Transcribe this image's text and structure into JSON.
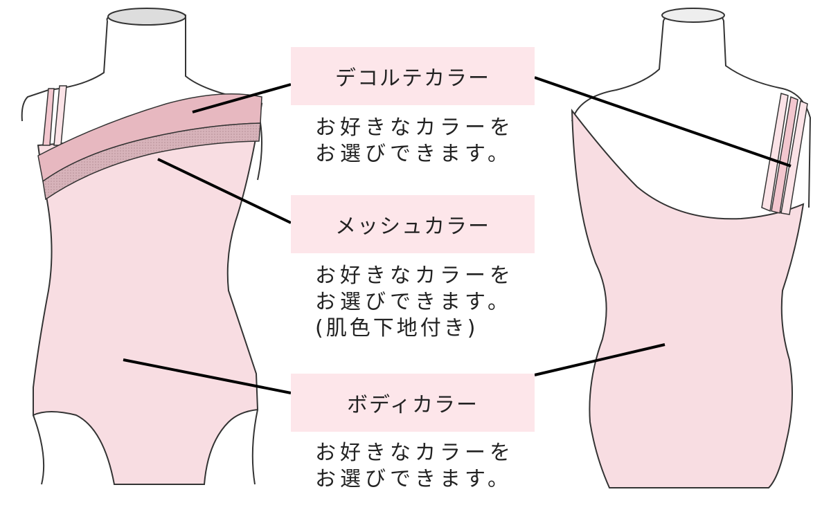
{
  "callouts": [
    {
      "label": "デコルテカラー",
      "lines": [
        "お好きなカラーを",
        "お選びできます。"
      ]
    },
    {
      "label": "メッシュカラー",
      "lines": [
        "お好きなカラーを",
        "お選びできます。",
        "(肌色下地付き)"
      ]
    },
    {
      "label": "ボディカラー",
      "lines": [
        "お好きなカラーを",
        "お選びできます。"
      ]
    }
  ],
  "colors": {
    "body": "#f8dde2",
    "decollete": "#e7b8c0",
    "mesh": "#c9a3ab",
    "label_bg": "#fde6ea",
    "outline": "#333333"
  }
}
